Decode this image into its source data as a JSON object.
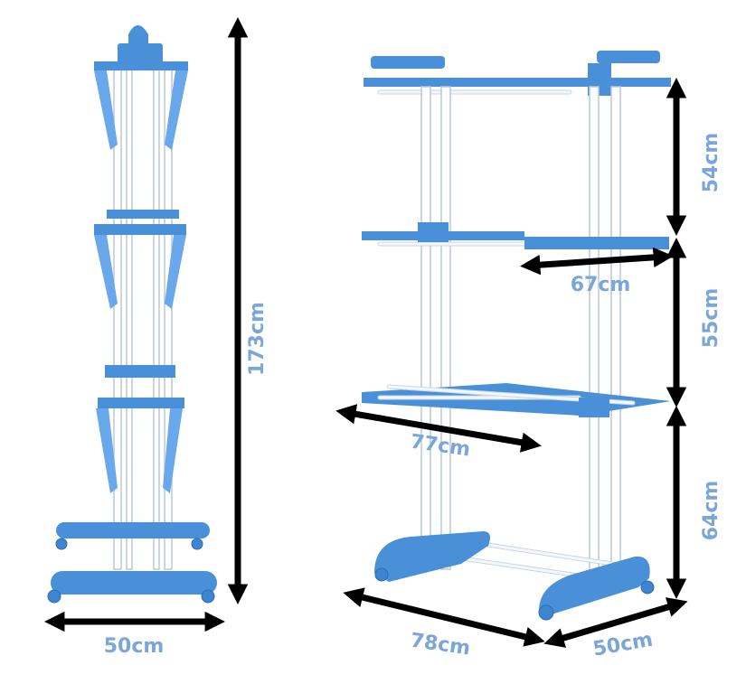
{
  "product": "three-tier clothes drying rack",
  "colors": {
    "accent": "#4a90d9",
    "dimension_text": "#7aa6d8",
    "arrows": "#000000"
  },
  "side_view": {
    "height_label": "173cm",
    "width_label": "50cm"
  },
  "front_view": {
    "tier1_height_label": "54cm",
    "tier2_height_label": "55cm",
    "tier3_height_label": "64cm",
    "wing_width_label": "67cm",
    "shelf_width_label": "77cm",
    "base_length_label": "78cm",
    "base_depth_label": "50cm"
  }
}
